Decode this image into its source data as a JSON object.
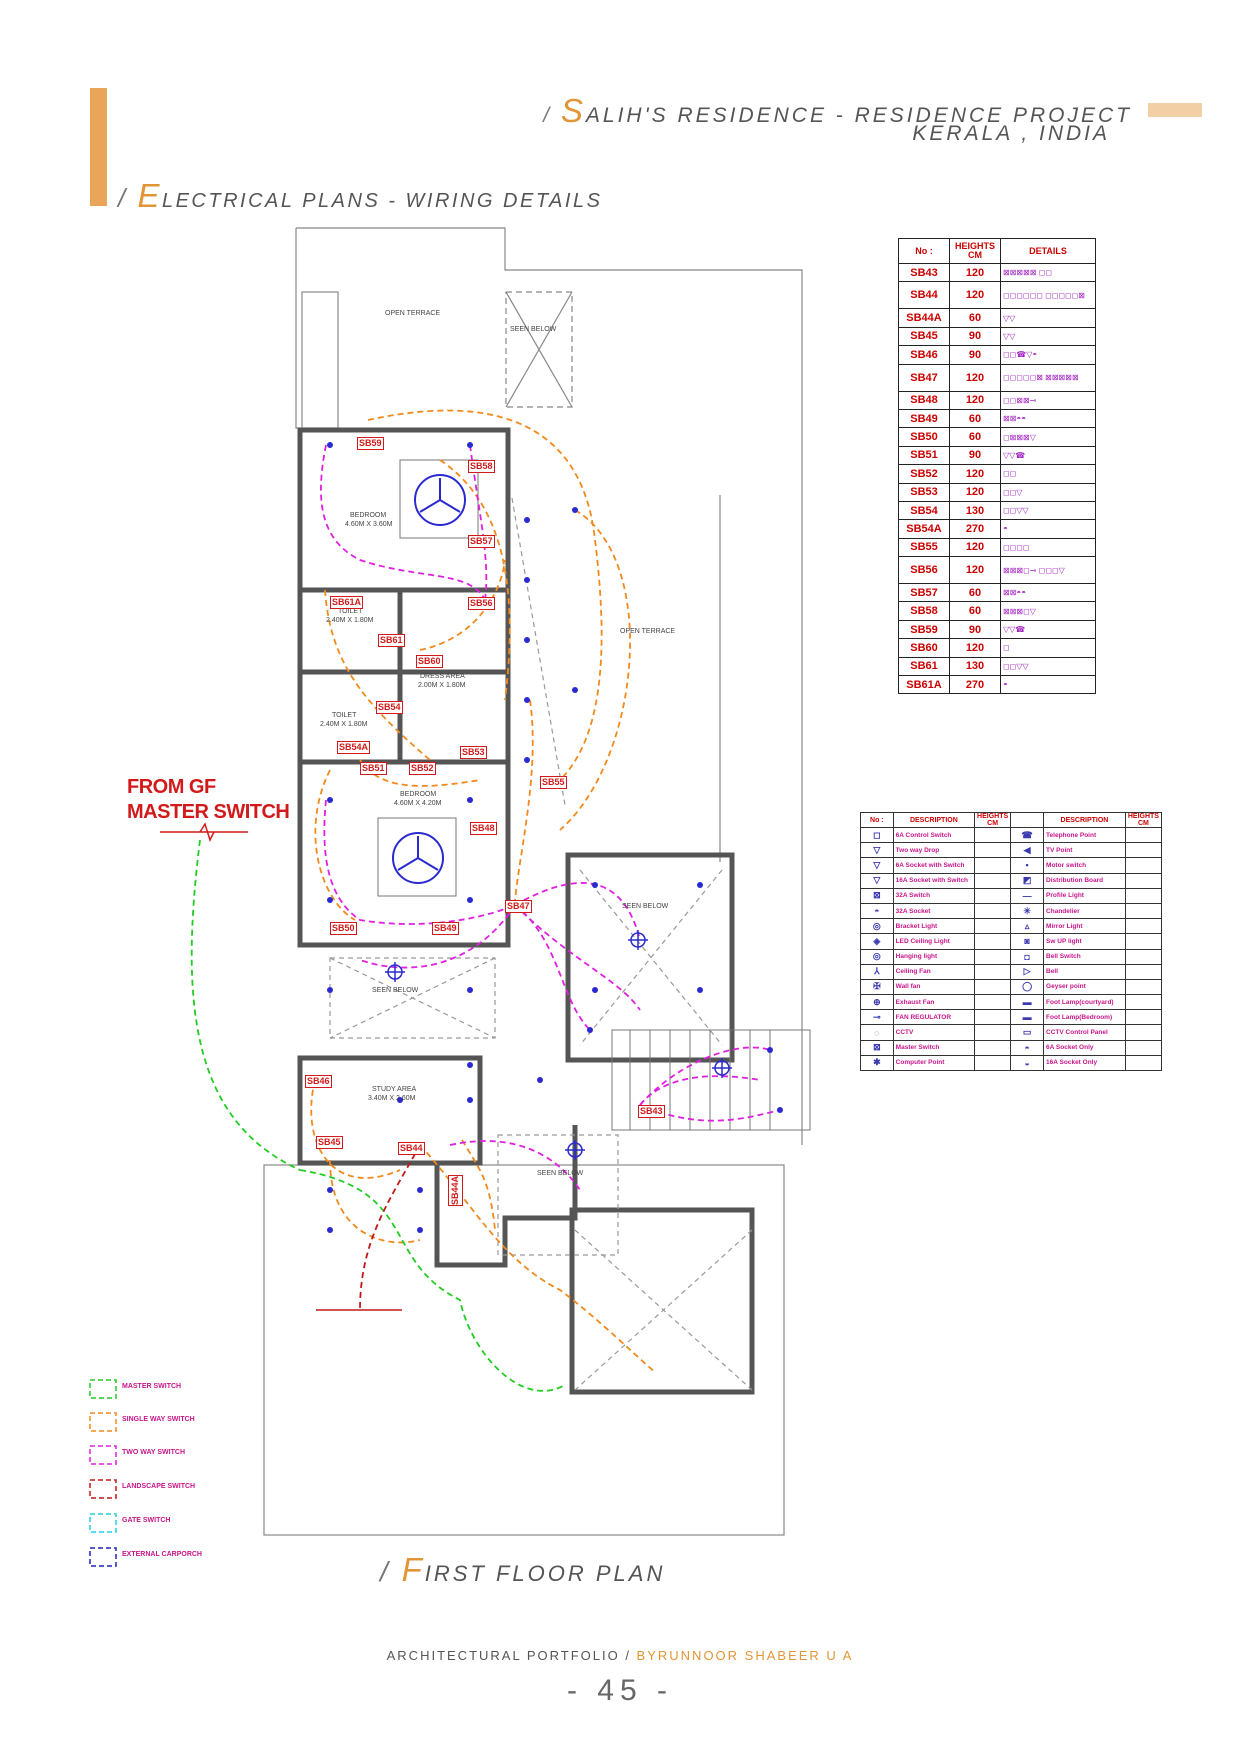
{
  "header": {
    "project_slash": "/ ",
    "project_cap": "S",
    "project_rest": "ALIH'S RESIDENCE - RESIDENCE PROJECT",
    "location": "KERALA , INDIA",
    "section_slash": "/ ",
    "section_cap": "E",
    "section_rest": "LECTRICAL PLANS - WIRING DETAILS"
  },
  "plan": {
    "title_slash": "/ ",
    "title_cap": "F",
    "title_rest": "IRST FLOOR PLAN",
    "from_gf_line1": "FROM GF",
    "from_gf_line2": "MASTER SWITCH",
    "rooms": {
      "open_terrace_top": "OPEN TERRACE",
      "seen_below_top": "SEEN BELOW",
      "bedroom1": "BEDROOM",
      "bedroom1_size": "4.60M X 3.60M",
      "toilet1": "TOILET",
      "toilet1_size": "2.40M X 1.80M",
      "dress": "DRESS AREA",
      "dress_size": "2.00M X 1.80M",
      "toilet2": "TOILET",
      "toilet2_size": "2.40M X 1.80M",
      "bedroom2": "BEDROOM",
      "bedroom2_size": "4.60M X 4.20M",
      "open_terrace_right": "OPEN TERRACE",
      "seen_below_mid": "SEEN BELOW",
      "seen_below_left": "SEEN BELOW",
      "study": "STUDY AREA",
      "study_size": "3.40M X 2.60M",
      "seen_below_bottom": "SEEN BELOW"
    },
    "boards": [
      "SB59",
      "SB58",
      "SB57",
      "SB56",
      "SB61A",
      "SB61",
      "SB60",
      "SB54",
      "SB54A",
      "SB51",
      "SB52",
      "SB53",
      "SB55",
      "SB48",
      "SB50",
      "SB49",
      "SB47",
      "SB46",
      "SB45",
      "SB44",
      "SB44A",
      "SB43"
    ]
  },
  "sb_table": {
    "headers": [
      "No :",
      "HEIGHTS CM",
      "DETAILS"
    ],
    "rows": [
      {
        "no": "SB43",
        "h": "120",
        "d": "⊠⊠⊠⊠⊠ ◻◻"
      },
      {
        "no": "SB44",
        "h": "120",
        "d": "◻◻◻◻◻◻ ◻◻◻◻◻⊠"
      },
      {
        "no": "SB44A",
        "h": "60",
        "d": "▽▽"
      },
      {
        "no": "SB45",
        "h": "90",
        "d": "▽▽"
      },
      {
        "no": "SB46",
        "h": "90",
        "d": "◻◻☎▽◓"
      },
      {
        "no": "SB47",
        "h": "120",
        "d": "◻◻◻◻◻⊠ ⊠⊠⊠⊠⊠"
      },
      {
        "no": "SB48",
        "h": "120",
        "d": "◻◻⊠⊠⊸"
      },
      {
        "no": "SB49",
        "h": "60",
        "d": "⊠⊠◓◓"
      },
      {
        "no": "SB50",
        "h": "60",
        "d": "◻⊠⊠⊠▽"
      },
      {
        "no": "SB51",
        "h": "90",
        "d": "▽▽☎"
      },
      {
        "no": "SB52",
        "h": "120",
        "d": "◻◻"
      },
      {
        "no": "SB53",
        "h": "120",
        "d": "◻◻▽"
      },
      {
        "no": "SB54",
        "h": "130",
        "d": "◻◻▽▽"
      },
      {
        "no": "SB54A",
        "h": "270",
        "d": "◓"
      },
      {
        "no": "SB55",
        "h": "120",
        "d": "◻◻◻◻"
      },
      {
        "no": "SB56",
        "h": "120",
        "d": "⊠⊠⊠◻⊸ ◻◻◻▽"
      },
      {
        "no": "SB57",
        "h": "60",
        "d": "⊠⊠◓◓"
      },
      {
        "no": "SB58",
        "h": "60",
        "d": "⊠⊠⊠◻▽"
      },
      {
        "no": "SB59",
        "h": "90",
        "d": "▽▽☎"
      },
      {
        "no": "SB60",
        "h": "120",
        "d": "◻"
      },
      {
        "no": "SB61",
        "h": "130",
        "d": "◻◻▽▽"
      },
      {
        "no": "SB61A",
        "h": "270",
        "d": "◓"
      }
    ]
  },
  "legend_table": {
    "headers": [
      "No :",
      "DESCRIPTION",
      "HEIGHTS CM",
      "",
      "DESCRIPTION",
      "HEIGHTS CM"
    ],
    "rows": [
      {
        "s1": "◻",
        "d1": "6A Control Switch",
        "s2": "☎",
        "d2": "Telephone Point"
      },
      {
        "s1": "▽",
        "d1": "Two way Drop",
        "s2": "◀",
        "d2": "TV Point"
      },
      {
        "s1": "▽",
        "d1": "6A Socket with Switch",
        "s2": "▪",
        "d2": "Motor switch"
      },
      {
        "s1": "▽",
        "d1": "16A Socket with Switch",
        "s2": "◩",
        "d2": "Distribution Board"
      },
      {
        "s1": "⊠",
        "d1": "32A Switch",
        "s2": "—",
        "d2": "Profile Light"
      },
      {
        "s1": "◓",
        "d1": "32A Socket",
        "s2": "✳",
        "d2": "Chandelier"
      },
      {
        "s1": "◎",
        "d1": "Bracket Light",
        "s2": "▵",
        "d2": "Mirror Light"
      },
      {
        "s1": "◈",
        "d1": "LED Ceiling Light",
        "s2": "◙",
        "d2": "Sw UP light"
      },
      {
        "s1": "◎",
        "d1": "Hanging light",
        "s2": "◘",
        "d2": "Bell Switch"
      },
      {
        "s1": "⅄",
        "d1": "Ceiling Fan",
        "s2": "▷",
        "d2": "Bell"
      },
      {
        "s1": "✠",
        "d1": "Wall fan",
        "s2": "◯",
        "d2": "Geyser point"
      },
      {
        "s1": "⊕",
        "d1": "Exhaust Fan",
        "s2": "▬",
        "d2": "Foot Lamp(courtyard)"
      },
      {
        "s1": "⊸",
        "d1": "FAN REGULATOR",
        "s2": "▬",
        "d2": "Foot Lamp(Bedroom)"
      },
      {
        "s1": "◌",
        "d1": "CCTV",
        "s2": "▭",
        "d2": "CCTV Control Panel"
      },
      {
        "s1": "⊠",
        "d1": "Master Switch",
        "s2": "◓",
        "d2": "6A Socket Only"
      },
      {
        "s1": "✱",
        "d1": "Computer Point",
        "s2": "◒",
        "d2": "16A Socket Only"
      }
    ]
  },
  "line_legend": [
    {
      "label": "MASTER SWITCH",
      "color": "#22cc22"
    },
    {
      "label": "SINGLE WAY SWITCH",
      "color": "#f08a1e"
    },
    {
      "label": "TWO WAY SWITCH",
      "color": "#e020e0"
    },
    {
      "label": "LANDSCAPE SWITCH",
      "color": "#c01818"
    },
    {
      "label": "GATE SWITCH",
      "color": "#20d0e0"
    },
    {
      "label": "EXTERNAL CARPORCH",
      "color": "#2020c0"
    }
  ],
  "footer": {
    "portfolio": "ARCHITECTURAL PORTFOLIO / ",
    "author": "BYRUNNOOR SHABEER U A",
    "page": "- 45 -"
  },
  "colors": {
    "accent": "#e9a55a",
    "orange_wire": "#f08a1e",
    "magenta_wire": "#e020e0",
    "green_wire": "#22cc22",
    "red_wire": "#c01818",
    "point_blue": "#2a2ad0"
  }
}
